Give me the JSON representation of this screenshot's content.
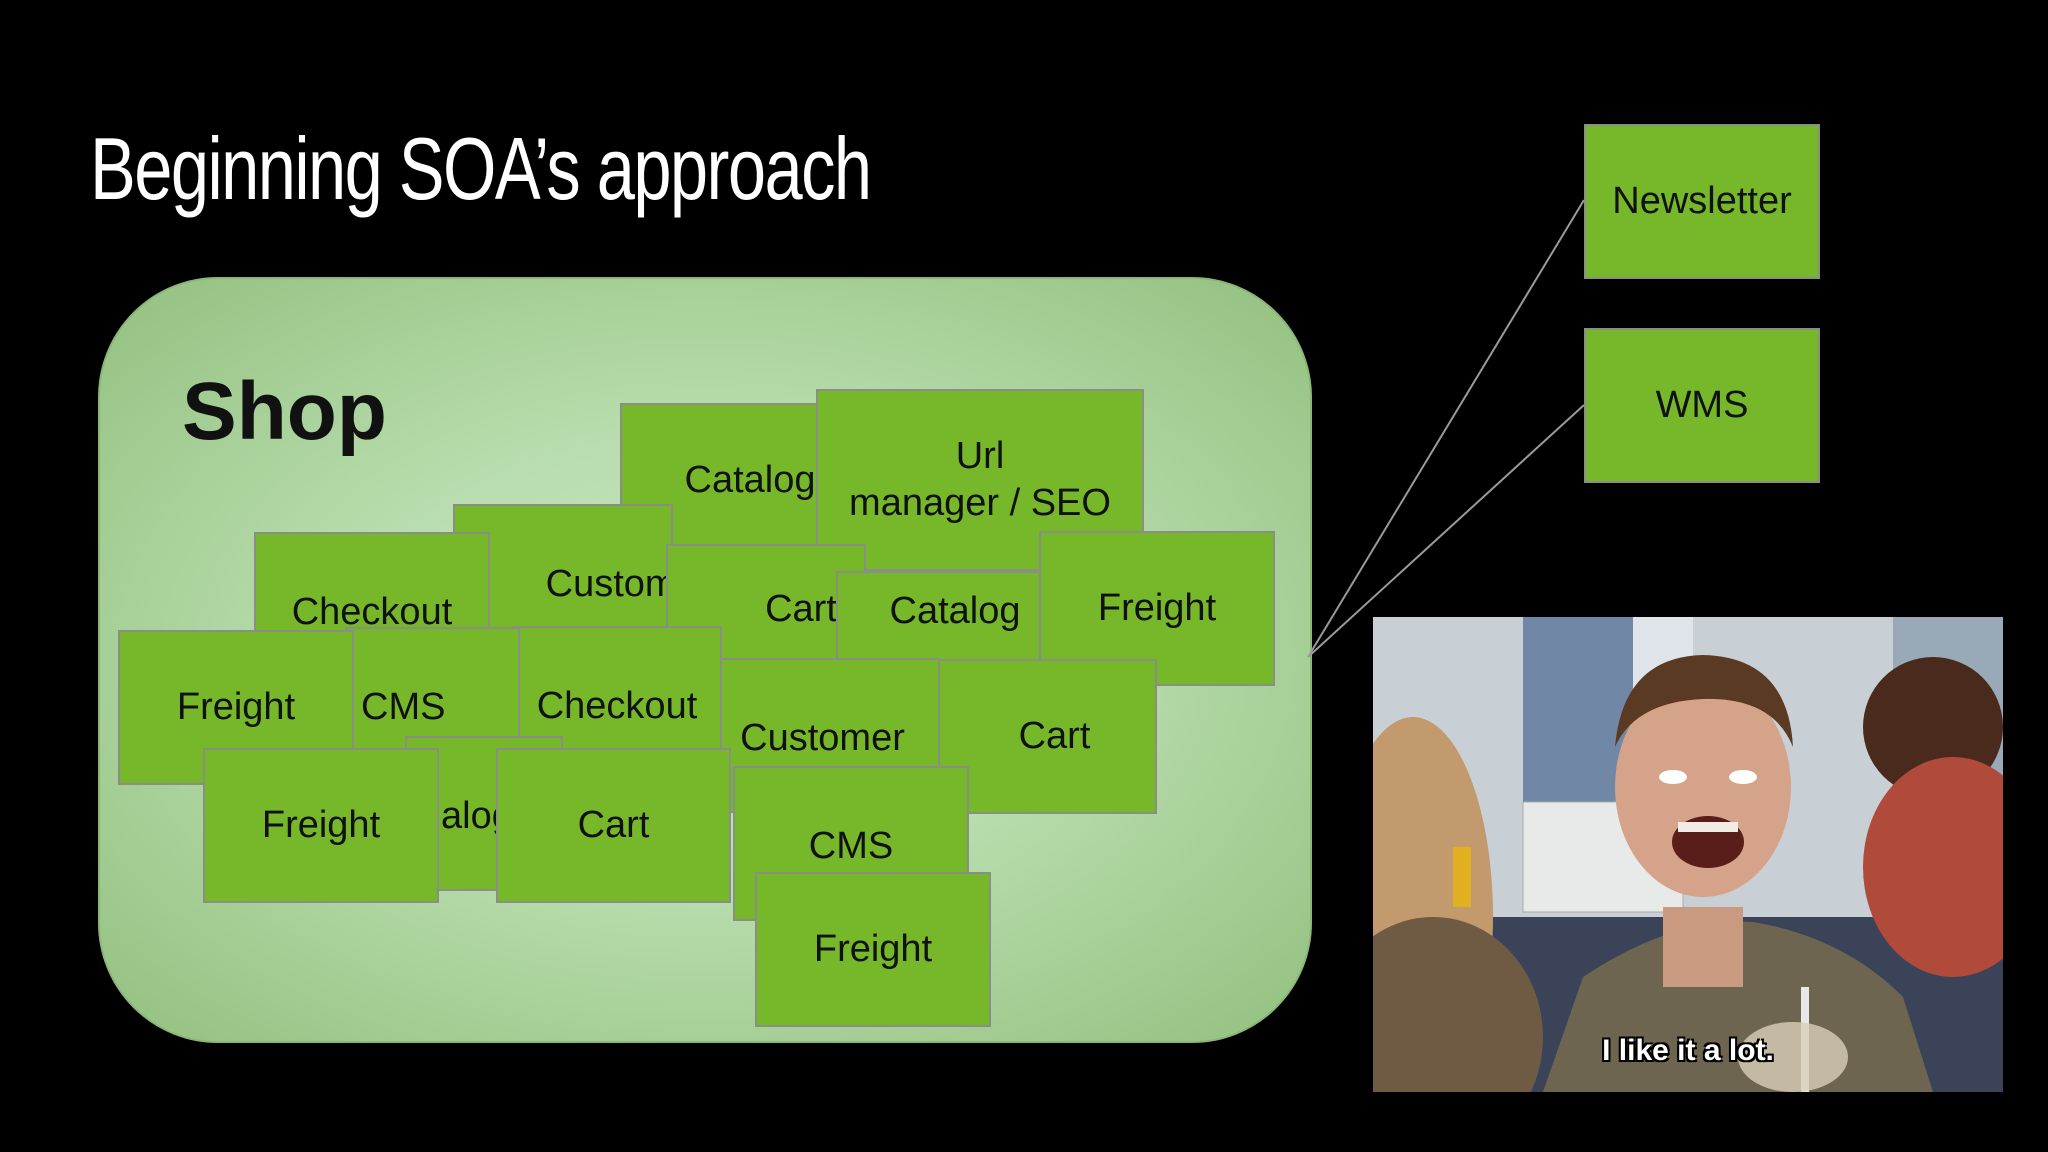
{
  "slide": {
    "title": "Beginning SOA’s approach",
    "shop_label": "Shop"
  },
  "shop_services": [
    {
      "label": "Catalog"
    },
    {
      "label": "Url\nmanager / SEO"
    },
    {
      "label": "Customer"
    },
    {
      "label": "Checkout"
    },
    {
      "label": "Cart"
    },
    {
      "label": "Catalog"
    },
    {
      "label": "Freight"
    },
    {
      "label": "Freight"
    },
    {
      "label": "CMS"
    },
    {
      "label": "Checkout"
    },
    {
      "label": "Customer"
    },
    {
      "label": "Cart"
    },
    {
      "label": "alog"
    },
    {
      "label": "Freight"
    },
    {
      "label": "Cart"
    },
    {
      "label": "CMS"
    },
    {
      "label": "Freight"
    }
  ],
  "external_services": [
    {
      "label": "Newsletter"
    },
    {
      "label": "WMS"
    }
  ],
  "meme": {
    "caption": "I like it a lot."
  },
  "colors": {
    "box_fill": "#76b82a",
    "shop_fill": "#b7dcac",
    "background": "#000000",
    "connector": "#9a9a9a"
  }
}
